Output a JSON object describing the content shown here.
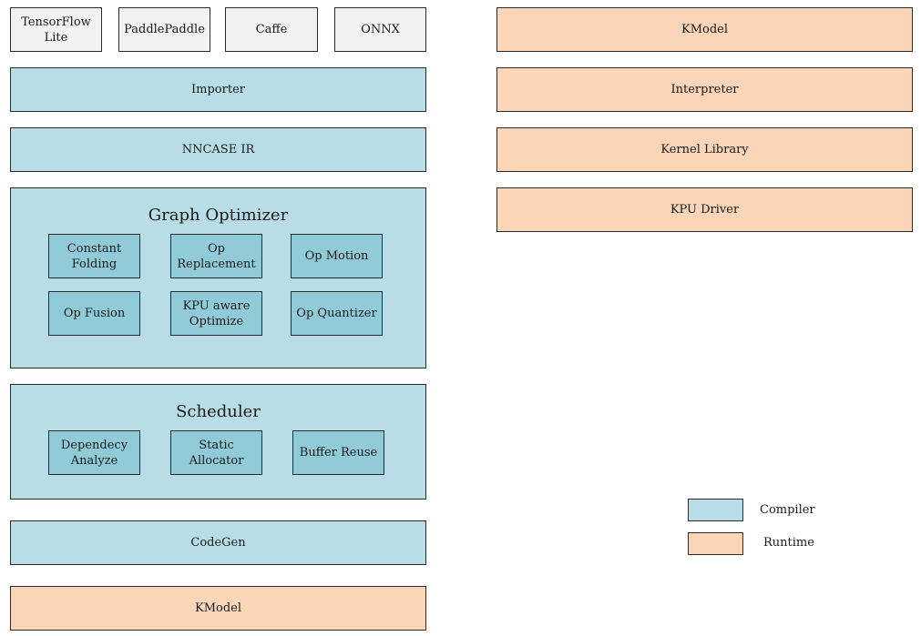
{
  "inputs": [
    "TensorFlow\nLite",
    "PaddlePaddle",
    "Caffe",
    "ONNX"
  ],
  "compiler": {
    "importer": "Importer",
    "ir": "NNCASE IR",
    "graph_optimizer": {
      "title": "Graph Optimizer",
      "items": [
        "Constant\nFolding",
        "Op\nReplacement",
        "Op Motion",
        "Op Fusion",
        "KPU aware\nOptimize",
        "Op Quantizer"
      ]
    },
    "scheduler": {
      "title": "Scheduler",
      "items": [
        "Dependecy\nAnalyze",
        "Static\nAllocator",
        "Buffer Reuse"
      ]
    },
    "codegen": "CodeGen",
    "output": "KModel"
  },
  "runtime": [
    "KModel",
    "Interpreter",
    "Kernel Library",
    "KPU Driver"
  ],
  "legend": {
    "compiler": "Compiler",
    "runtime": "Runtime"
  },
  "colors": {
    "compiler": "#b8dde6",
    "compiler_inner": "#91cbd8",
    "runtime": "#fbd5b8",
    "input": "#f2f2f2"
  }
}
